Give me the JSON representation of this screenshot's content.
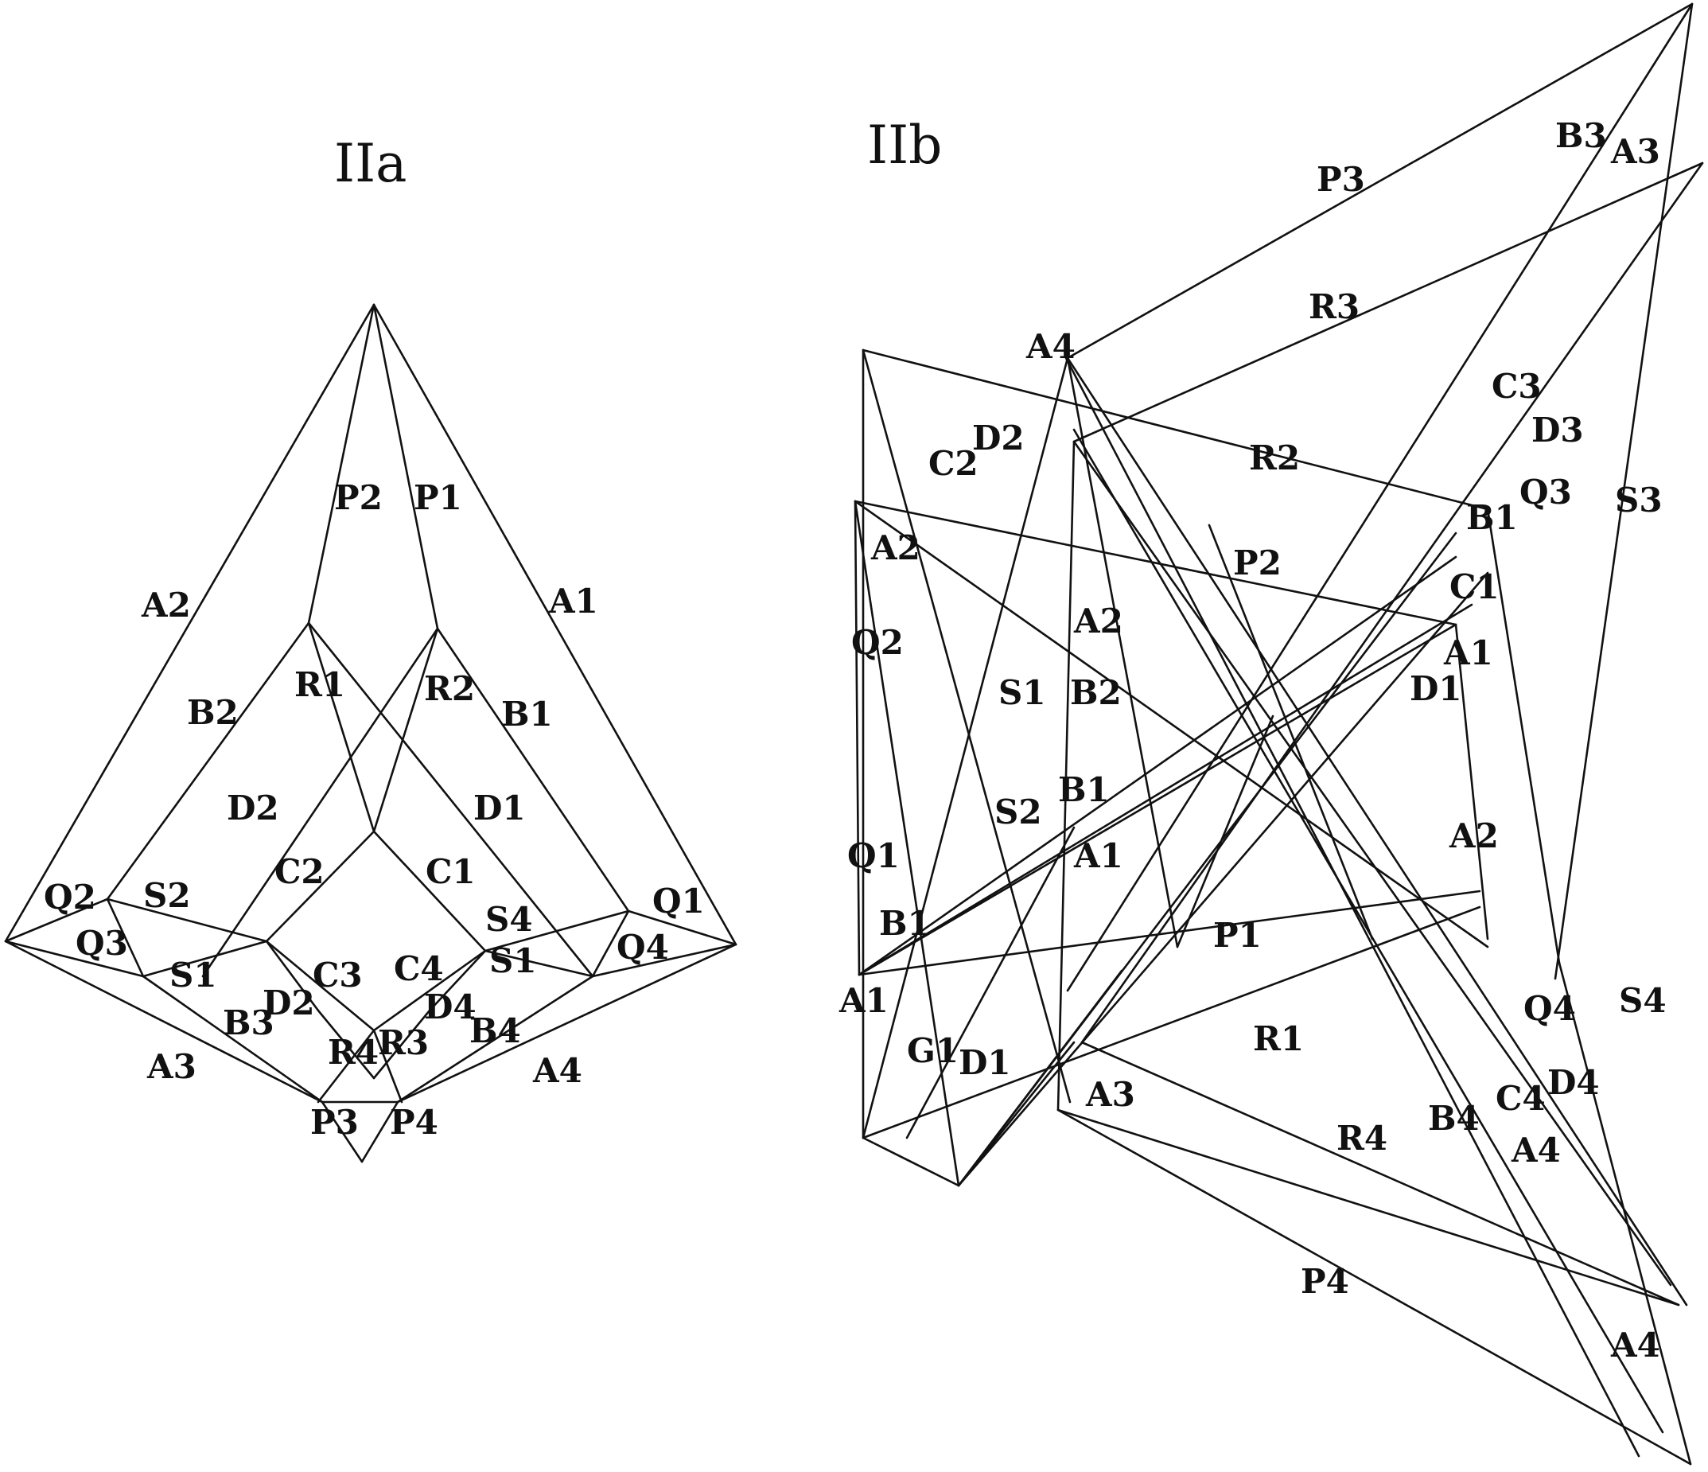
{
  "figure_a": {
    "title": "IIa",
    "labels": [
      "P2",
      "P1",
      "A2",
      "A1",
      "B2",
      "R1",
      "R2",
      "B1",
      "D2",
      "D1",
      "C2",
      "C1",
      "Q2",
      "S2",
      "Q1",
      "Q3",
      "S4",
      "C4",
      "S1",
      "Q4",
      "C3",
      "S1",
      "D2",
      "D4",
      "B4",
      "B3",
      "R4",
      "R3",
      "A3",
      "A4",
      "P3",
      "P4"
    ]
  },
  "figure_b": {
    "title": "IIb",
    "labels": [
      "B3",
      "A3",
      "P3",
      "R3",
      "A4",
      "C3",
      "D3",
      "D2",
      "C2",
      "R2",
      "Q3",
      "S3",
      "B1",
      "A2",
      "P2",
      "C1",
      "A2",
      "A1",
      "Q2",
      "S1",
      "B2",
      "D1",
      "S2",
      "B1",
      "Q1",
      "A1",
      "A2",
      "B1",
      "P1",
      "A1",
      "Q4",
      "S4",
      "G1",
      "D1",
      "R1",
      "D4",
      "A3",
      "C4",
      "B4",
      "R4",
      "A4",
      "P4",
      "A4"
    ]
  }
}
